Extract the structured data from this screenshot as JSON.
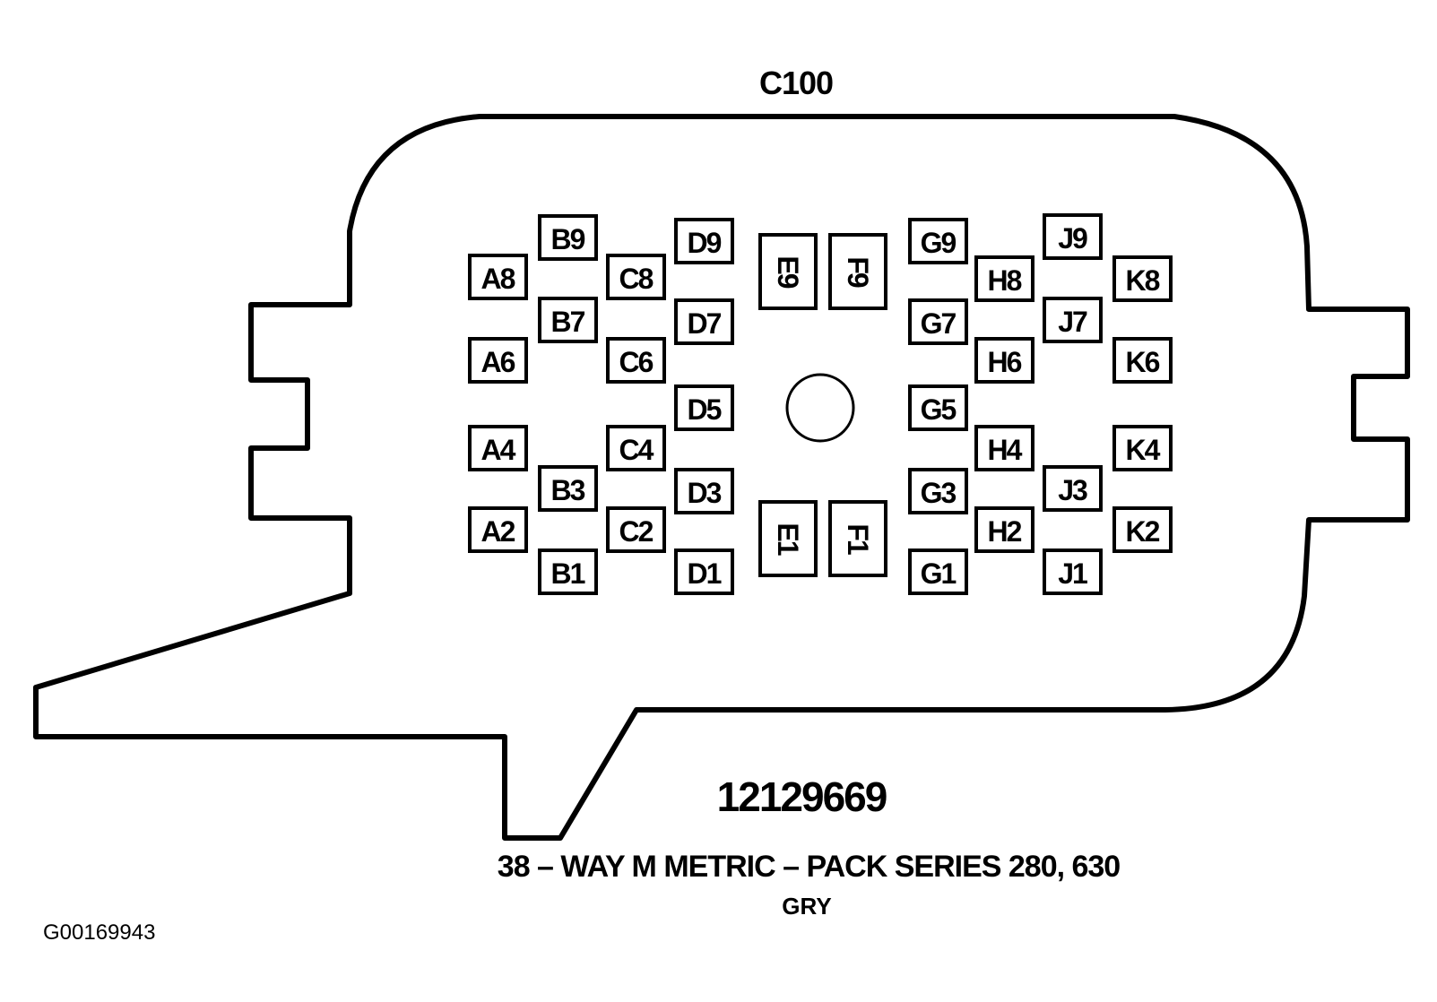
{
  "connector_name": "C100",
  "part_number": "12129669",
  "description": "38 – WAY M METRIC – PACK SERIES 280, 630",
  "color_code": "GRY",
  "figure_id": "G00169943",
  "pins": {
    "A8": "A8",
    "A6": "A6",
    "A4": "A4",
    "A2": "A2",
    "B9": "B9",
    "B7": "B7",
    "B3": "B3",
    "B1": "B1",
    "C8": "C8",
    "C6": "C6",
    "C4": "C4",
    "C2": "C2",
    "D9": "D9",
    "D7": "D7",
    "D5": "D5",
    "D3": "D3",
    "D1": "D1",
    "E9": "E9",
    "E1": "E1",
    "F9": "F9",
    "F1": "F1",
    "G9": "G9",
    "G7": "G7",
    "G5": "G5",
    "G3": "G3",
    "G1": "G1",
    "H8": "H8",
    "H6": "H6",
    "H4": "H4",
    "H2": "H2",
    "J9": "J9",
    "J7": "J7",
    "J3": "J3",
    "J1": "J1",
    "K8": "K8",
    "K6": "K6",
    "K4": "K4",
    "K2": "K2"
  }
}
